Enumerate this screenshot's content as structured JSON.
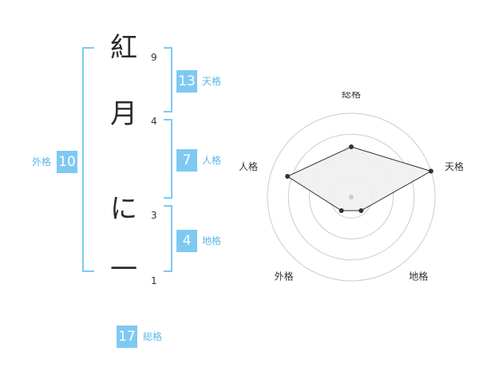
{
  "name": {
    "characters": [
      {
        "char": "紅",
        "strokes": "9"
      },
      {
        "char": "月",
        "strokes": "4"
      },
      {
        "char": "に",
        "strokes": "3"
      },
      {
        "char": "一",
        "strokes": "1"
      }
    ]
  },
  "kaku": {
    "tenkaku": {
      "value": "13",
      "label": "天格"
    },
    "jinkaku": {
      "value": "7",
      "label": "人格"
    },
    "chikaku": {
      "value": "4",
      "label": "地格"
    },
    "gaikaku": {
      "value": "10",
      "label": "外格"
    },
    "soukaku": {
      "value": "17",
      "label": "総格"
    }
  },
  "colors": {
    "accent": "#7ec9f2",
    "accent_text": "#5bb6e8",
    "bracket": "#7ec9f2",
    "grid": "#cccccc",
    "fill": "#f0f0f0",
    "line": "#333333"
  },
  "chart_data": {
    "type": "radar",
    "axes": [
      "総格",
      "天格",
      "地格",
      "外格",
      "人格"
    ],
    "values": [
      3,
      5,
      1,
      1,
      4
    ],
    "range": [
      0,
      5
    ],
    "rings": 4
  }
}
